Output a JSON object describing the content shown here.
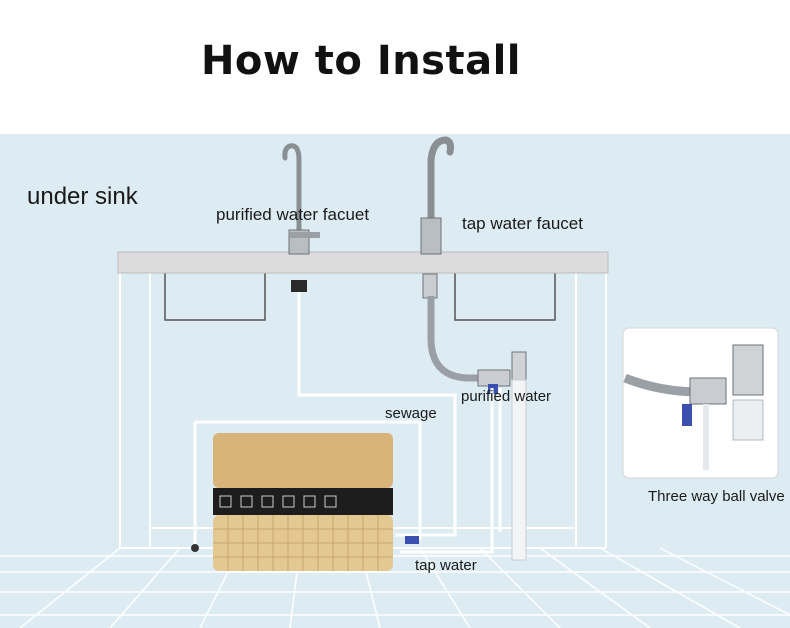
{
  "title": "How  to Install",
  "labels": {
    "under_sink": "under sink",
    "purified_faucet": "purified water facuet",
    "tap_faucet": "tap water faucet",
    "purified_water": "purified water",
    "sewage": "sewage",
    "tap_water": "tap water",
    "valve": "Three way ball valve"
  },
  "colors": {
    "background": "#dcecf2",
    "counter": "#dcdcdc",
    "purifier_gold": "#d8b47a",
    "panel": "#1d1d1d",
    "valve_accent": "#3a4fb0"
  }
}
